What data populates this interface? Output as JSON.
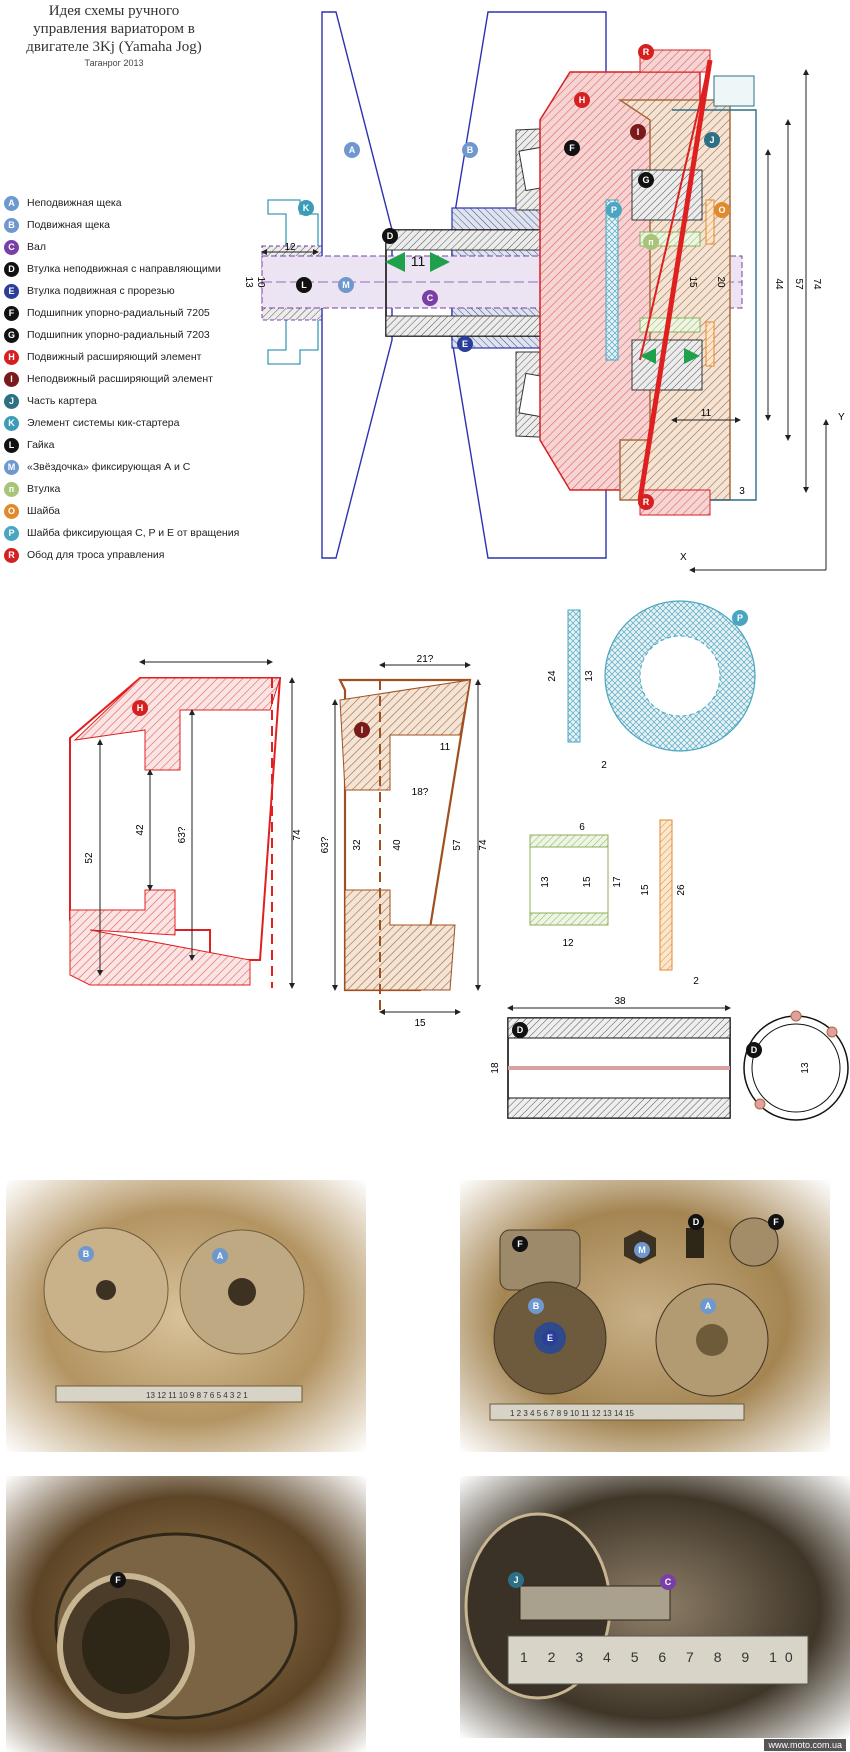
{
  "title": {
    "line1": "Идея схемы ручного",
    "line2": "управления вариатором в",
    "line3": "двигателе 3Kj (Yamaha Jog)",
    "place": "Таганрог 2013"
  },
  "legend": [
    {
      "key": "A",
      "label": "Неподвижная щека",
      "color": "#6f98cf"
    },
    {
      "key": "B",
      "label": "Подвижная щека",
      "color": "#6f98cf"
    },
    {
      "key": "C",
      "label": "Вал",
      "color": "#7a3fa6"
    },
    {
      "key": "D",
      "label": "Втулка неподвижная с направляющими",
      "color": "#111111"
    },
    {
      "key": "E",
      "label": "Втулка подвижная с прорезью",
      "color": "#2b3f9a"
    },
    {
      "key": "F",
      "label": "Подшипник упорно-радиальный 7205",
      "color": "#111111"
    },
    {
      "key": "G",
      "label": "Подшипник упорно-радиальный 7203",
      "color": "#111111"
    },
    {
      "key": "H",
      "label": "Подвижный расширяющий элемент",
      "color": "#d62020"
    },
    {
      "key": "I",
      "label": "Неподвижный расширяющий элемент",
      "color": "#7a1a1a"
    },
    {
      "key": "J",
      "label": "Часть картера",
      "color": "#2d6f85"
    },
    {
      "key": "K",
      "label": "Элемент системы кик-стартера",
      "color": "#3c9cb8"
    },
    {
      "key": "L",
      "label": "Гайка",
      "color": "#111111"
    },
    {
      "key": "M",
      "label": "«Звёздочка» фиксирующая А и С",
      "color": "#6f98cf"
    },
    {
      "key": "п",
      "label": "Втулка",
      "color": "#a8c47a"
    },
    {
      "key": "O",
      "label": "Шайба",
      "color": "#e08a30"
    },
    {
      "key": "P",
      "label": "Шайба фиксирующая С, P и E от вращения",
      "color": "#4aa6c0"
    },
    {
      "key": "R",
      "label": "Обод для троса управления",
      "color": "#d62020"
    }
  ],
  "main_diagram": {
    "dims": [
      "12",
      "10",
      "13",
      "11",
      "15",
      "20",
      "44",
      "57",
      "74",
      "11",
      "3"
    ],
    "axis_y": "Y",
    "axis_x": "X"
  },
  "parts": {
    "h_dims": [
      "52",
      "42",
      "63?",
      "74"
    ],
    "i_dims": [
      "21?",
      "11",
      "18?",
      "63?",
      "32",
      "40",
      "57",
      "74",
      "15"
    ],
    "p_dims": [
      "24",
      "13",
      "2"
    ],
    "n_dims": [
      "6",
      "13",
      "15",
      "17",
      "12"
    ],
    "o_dims": [
      "15",
      "26",
      "2"
    ],
    "d_dims": [
      "38",
      "18",
      "13"
    ]
  },
  "photos": {
    "ruler1": "13 12 11 10 9 8 7 6 5 4 3 2 1",
    "ruler2": "1 2 3 4 5 6 7 8 9 10 11 12 13 14 15",
    "ruler3": "1 2 3 4 5 6 7 8 9 10"
  },
  "watermark": "www.moto.com.ua"
}
